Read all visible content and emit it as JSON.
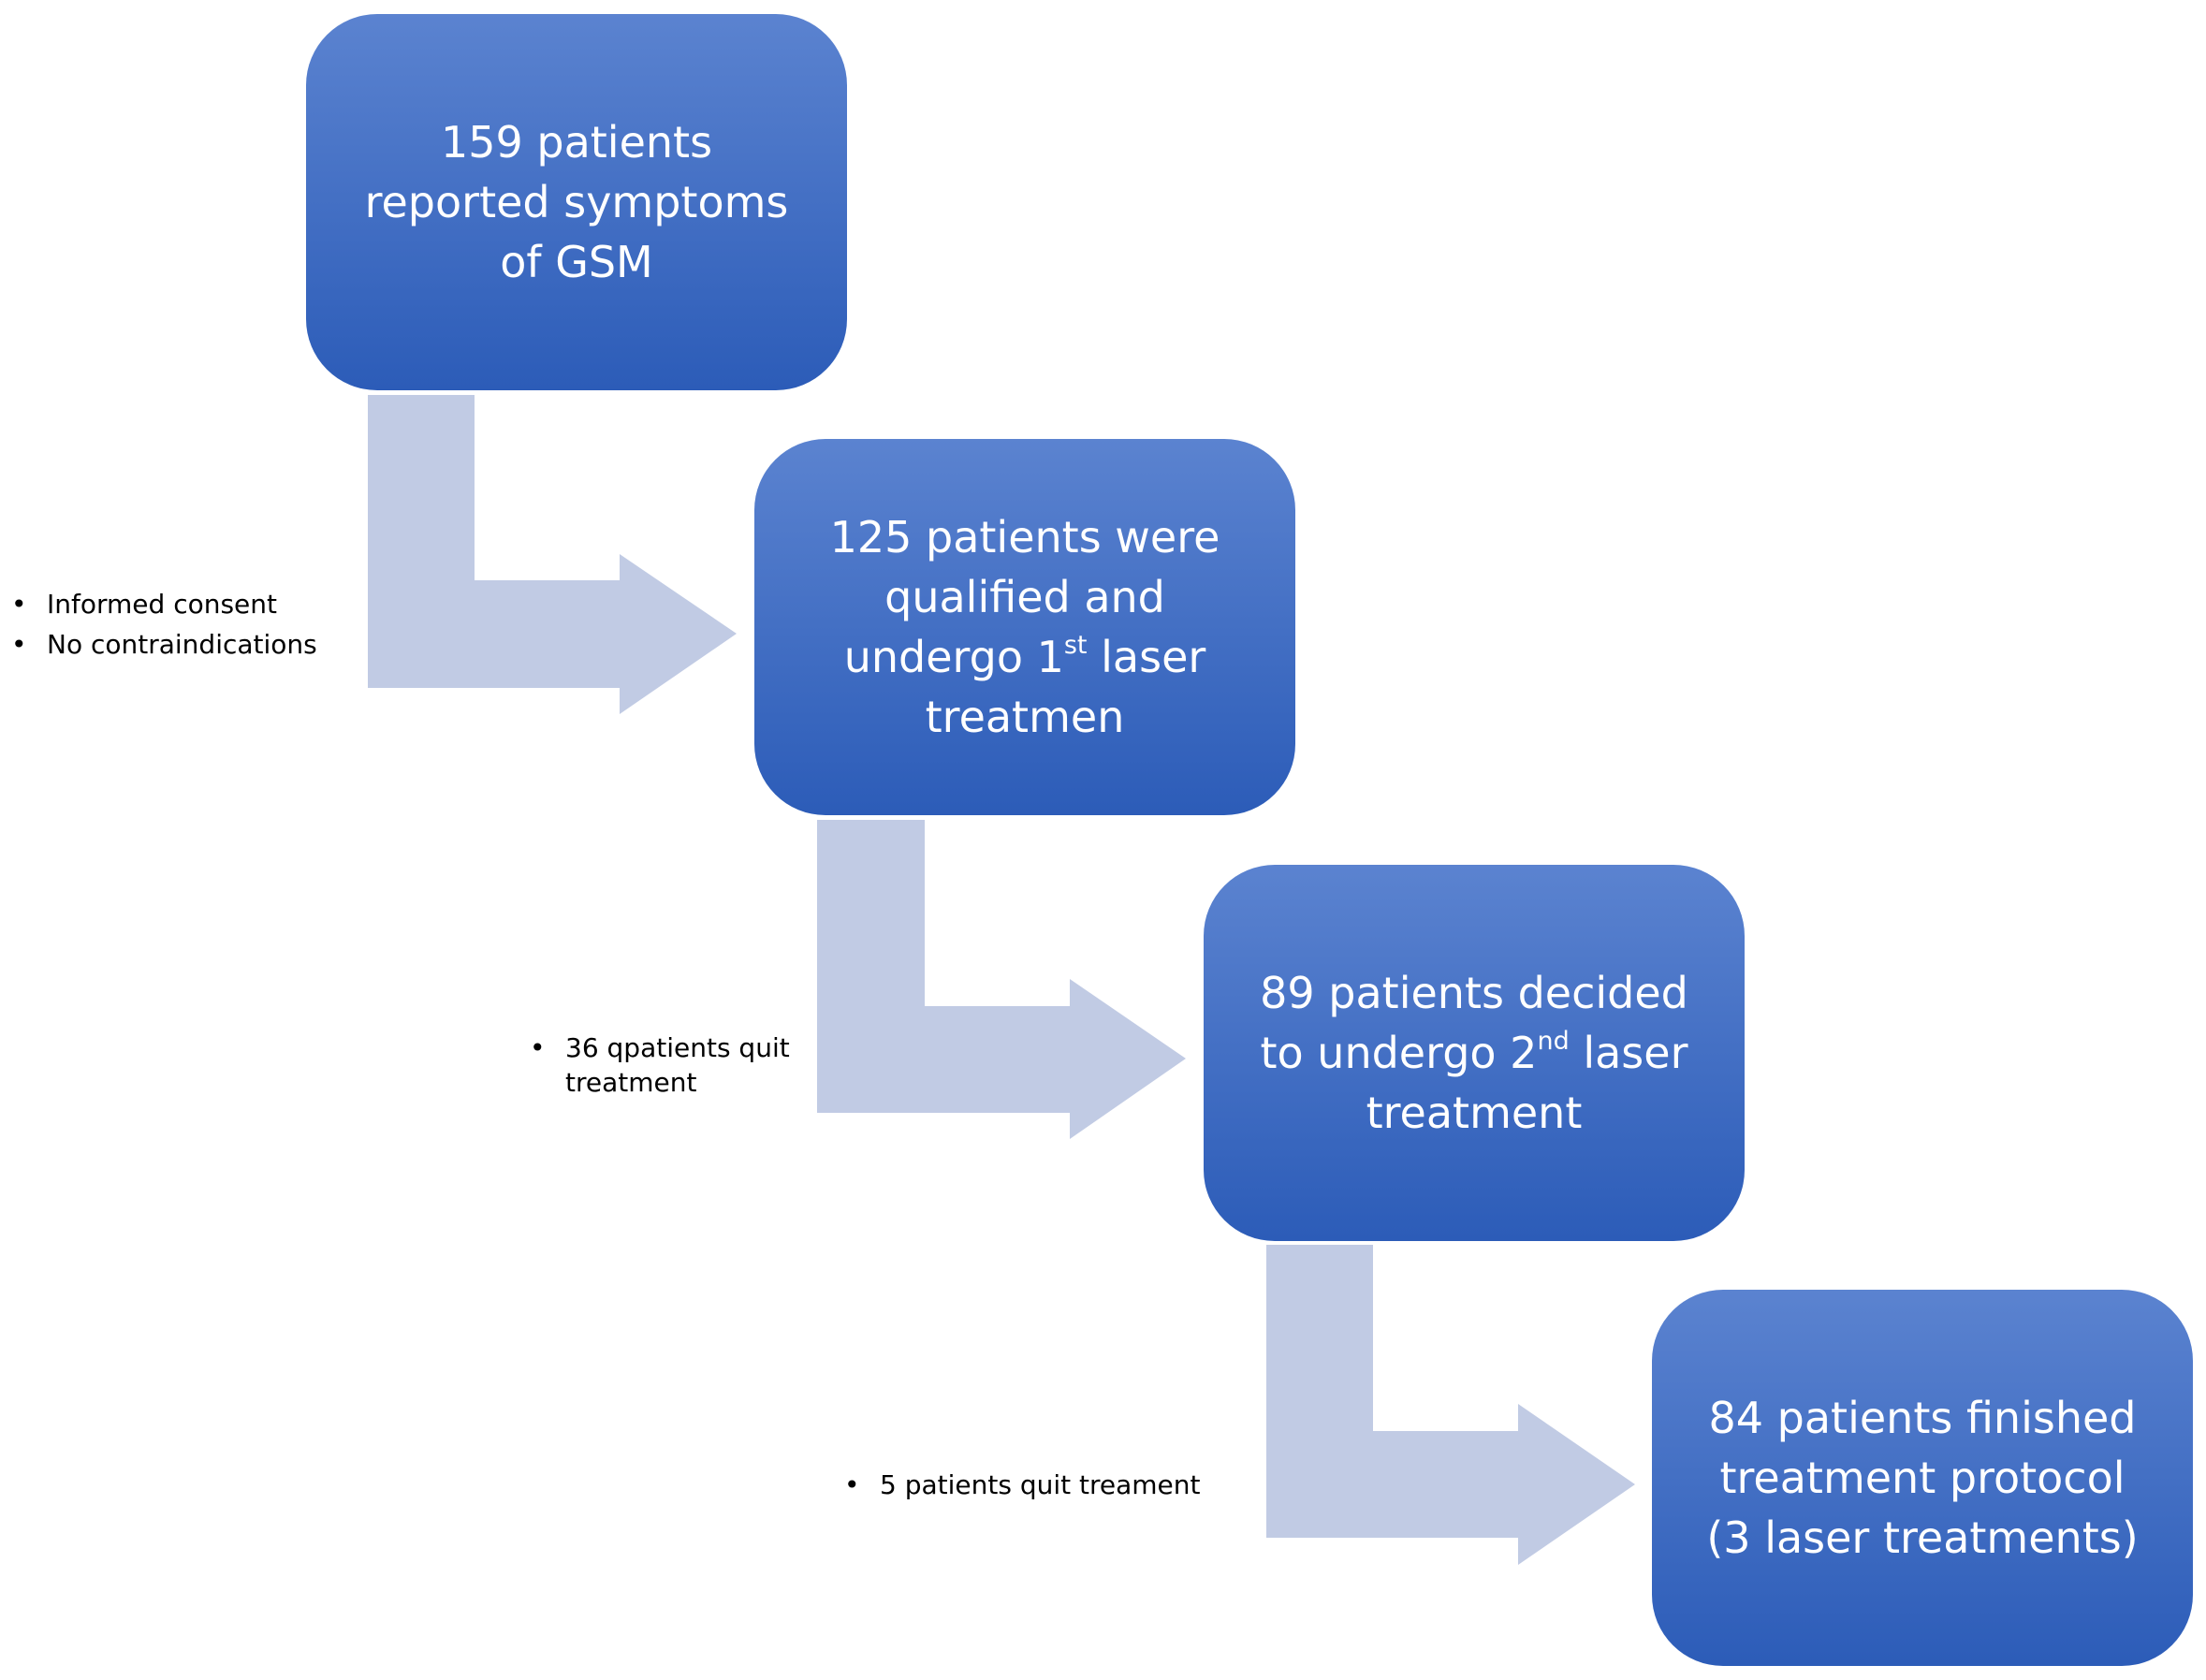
{
  "colors": {
    "box_top": "#5b83d0",
    "box_bottom": "#2c5cb8",
    "box_text": "#ffffff",
    "arrow": "#c1cbe4",
    "note_text": "#000000"
  },
  "steps": [
    {
      "line1": "159 patients",
      "line2": "reported symptoms",
      "line3": "of GSM"
    },
    {
      "line1": "125 patients were",
      "line2": "qualified and",
      "line3_pre": "undergo 1",
      "line3_sup": "st",
      "line3_post": " laser",
      "line4": "treatmen"
    },
    {
      "line1": "89 patients decided",
      "line2_pre": "to undergo 2",
      "line2_sup": "nd",
      "line2_post": " laser",
      "line3": "treatment"
    },
    {
      "line1": "84 patients finished",
      "line2": "treatment protocol",
      "line3": "(3 laser treatments)"
    }
  ],
  "notes": [
    {
      "items": [
        "Informed consent",
        "No contraindications"
      ]
    },
    {
      "items": [
        "36 qpatients quit treatment"
      ]
    },
    {
      "items": [
        "5 patients quit treament"
      ]
    }
  ]
}
